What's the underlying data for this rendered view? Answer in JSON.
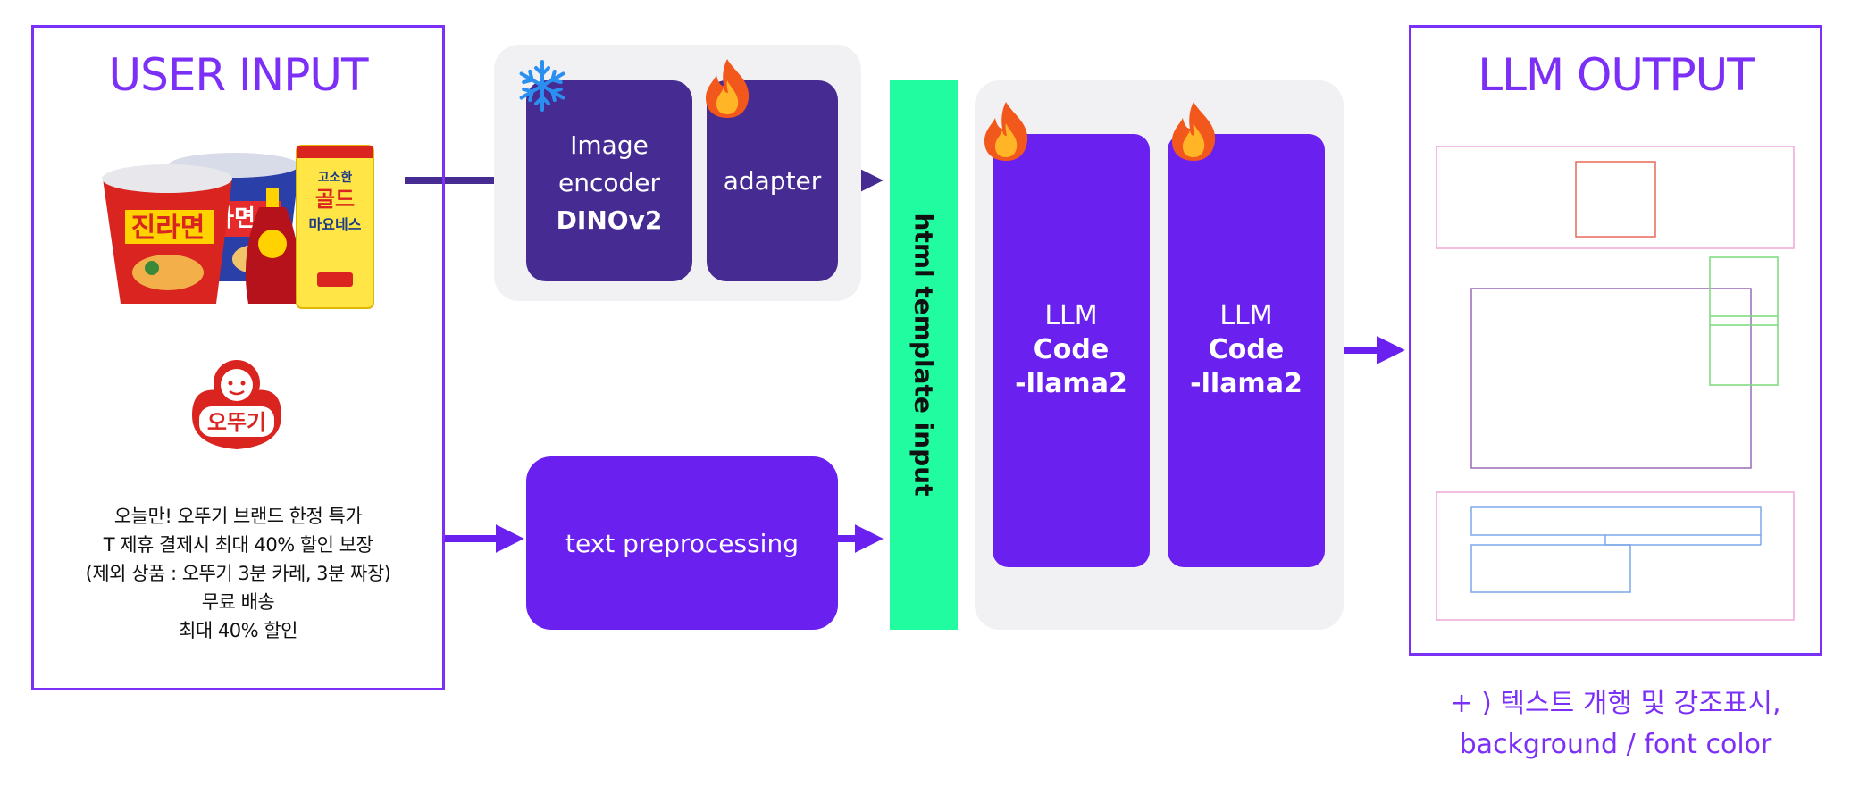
{
  "user_input": {
    "title": "USER INPUT",
    "promo_lines": [
      "오늘만! 오뚜기 브랜드 한정 특가",
      "T 제휴 결제시 최대 40% 할인 보장",
      "(제외 상품 : 오뚜기 3분 카레, 3분 짜장)",
      "무료 배송",
      "최대 40% 할인"
    ],
    "product_labels": {
      "cup1": "진라면",
      "cup2": "라면",
      "bag_top": "고소한",
      "bag_mid": "골드",
      "bag_bottom": "마요네스"
    },
    "logo_text": "오뚜기"
  },
  "encoder": {
    "line1": "Image",
    "line2": "encoder",
    "line3": "DINOv2",
    "adapter": "adapter",
    "frozen_icon": "snowflake-icon",
    "trainable_icon": "fire-icon"
  },
  "text_preprocessing": "text preprocessing",
  "template_input": "html template input",
  "llm": [
    {
      "line1": "LLM",
      "line2": "Code",
      "line3": "-llama2"
    },
    {
      "line1": "LLM",
      "line2": "Code",
      "line3": "-llama2"
    }
  ],
  "output": {
    "title": "LLM OUTPUT",
    "note_line1": "+ ) 텍스트 개행 및 강조표시,",
    "note_line2": "background / font color"
  },
  "colors": {
    "accent_purple": "#7b2ff7",
    "dark_purple": "#452b92",
    "bright_purple": "#6a21f0",
    "template_green": "#21fca0",
    "group_gray": "#f1f1f3"
  }
}
